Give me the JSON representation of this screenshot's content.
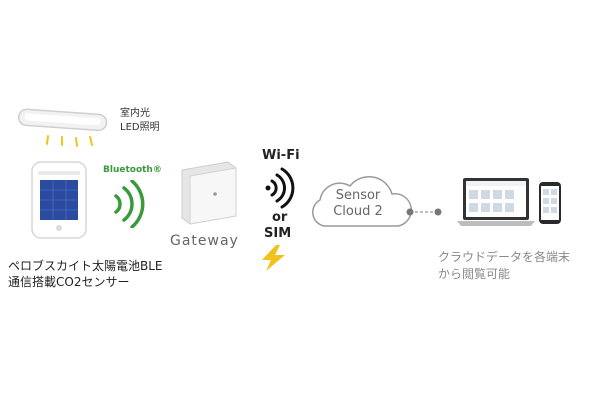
{
  "light": {
    "label_line1": "室内光",
    "label_line2": "LED照明"
  },
  "sensor": {
    "label_line1": "ペロブスカイト太陽電池BLE",
    "label_line2": "通信搭載CO2センサー"
  },
  "bluetooth": {
    "label": "Bluetooth®"
  },
  "gateway": {
    "label": "Gateway"
  },
  "connection": {
    "wifi": "Wi-Fi",
    "or": "or",
    "sim": "SIM"
  },
  "cloud": {
    "line1": "Sensor",
    "line2": "Cloud 2"
  },
  "devices": {
    "label_line1": "クラウドデータを各端末",
    "label_line2": "から閲覧可能"
  },
  "colors": {
    "bluetooth_green": "#3a9a3a",
    "lightning": "#f2c21b",
    "panel": "#2a4ba0"
  }
}
